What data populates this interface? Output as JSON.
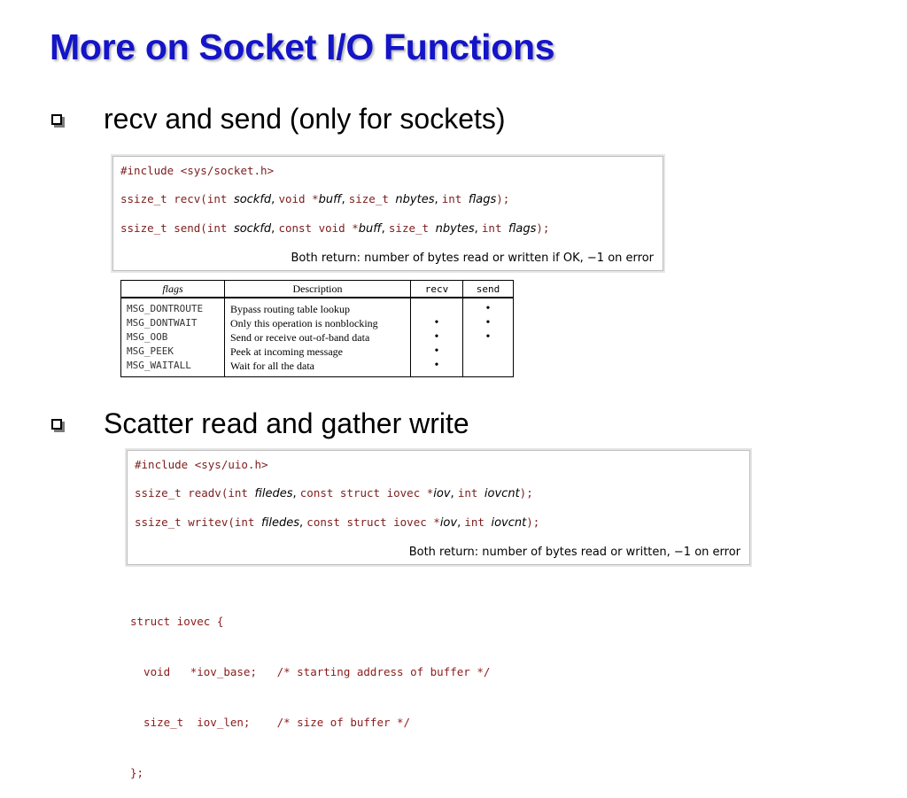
{
  "title": "More on Socket I/O Functions",
  "bullets": [
    "recv and send (only for sockets)",
    "Scatter read and gather write"
  ],
  "recv_send_box": {
    "include": "#include <sys/socket.h>",
    "recv": {
      "prefix": "ssize_t recv(int ",
      "a1": "sockfd",
      "s1": ", ",
      "m1": "void *",
      "a2": "buff",
      "s2": ", ",
      "m2": "size_t ",
      "a3": "nbytes",
      "s3": ", ",
      "m3": "int ",
      "a4": "flags",
      "end": ");"
    },
    "send": {
      "prefix": "ssize_t send(int ",
      "a1": "sockfd",
      "s1": ", ",
      "m1": "const void *",
      "a2": "buff",
      "s2": ", ",
      "m2": "size_t ",
      "a3": "nbytes",
      "s3": ", ",
      "m3": "int ",
      "a4": "flags",
      "end": ");"
    },
    "returns": "Both return: number of bytes read or written if OK, −1 on error"
  },
  "flags_table": {
    "headers": [
      "flags",
      "Description",
      "recv",
      "send"
    ],
    "rows": [
      {
        "flag": "MSG_DONTROUTE",
        "desc": "Bypass routing table lookup",
        "recv": "",
        "send": "•"
      },
      {
        "flag": "MSG_DONTWAIT",
        "desc": "Only this operation is nonblocking",
        "recv": "•",
        "send": "•"
      },
      {
        "flag": "MSG_OOB",
        "desc": "Send or receive out-of-band data",
        "recv": "•",
        "send": "•"
      },
      {
        "flag": "MSG_PEEK",
        "desc": "Peek at incoming message",
        "recv": "•",
        "send": ""
      },
      {
        "flag": "MSG_WAITALL",
        "desc": "Wait for all the data",
        "recv": "•",
        "send": ""
      }
    ]
  },
  "readv_writev_box": {
    "include": "#include <sys/uio.h>",
    "readv": {
      "prefix": "ssize_t readv(int ",
      "a1": "filedes",
      "s1": ", ",
      "m1": "const struct iovec *",
      "a2": "iov",
      "s2": ", ",
      "m2": "int ",
      "a3": "iovcnt",
      "end": ");"
    },
    "writev": {
      "prefix": "ssize_t writev(int ",
      "a1": "filedes",
      "s1": ", ",
      "m1": "const struct iovec *",
      "a2": "iov",
      "s2": ", ",
      "m2": "int ",
      "a3": "iovcnt",
      "end": ");"
    },
    "returns": "Both return: number of bytes read or written, −1 on error"
  },
  "struct_code": [
    "struct iovec {",
    "  void   *iov_base;   /* starting address of buffer */",
    "  size_t  iov_len;    /* size of buffer */",
    "};"
  ]
}
